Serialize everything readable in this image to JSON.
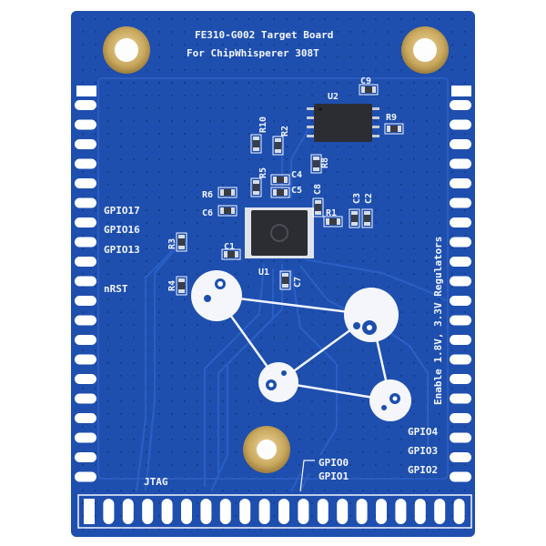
{
  "board": {
    "title_line1": "FE310-G002 Target Board",
    "title_line2": "For ChipWhisperer 308T",
    "side_text": "Enable 1.8V, 3.3V Regulators",
    "colors": {
      "pcb": "#1e4fae",
      "pcb_dark": "#173f92",
      "trace": "#2a5cc0",
      "silkscreen": "#f2f5ff",
      "gold": "#c9a85e",
      "chip": "#2b2d33"
    }
  },
  "labels": {
    "gpio17": "GPIO17",
    "gpio16": "GPIO16",
    "gpio13": "GPIO13",
    "nrst": "nRST",
    "jtag": "JTAG",
    "gpio0": "GPIO0",
    "gpio1": "GPIO1",
    "gpio4": "GPIO4",
    "gpio3": "GPIO3",
    "gpio2": "GPIO2"
  },
  "refdes": {
    "u1": "U1",
    "u2": "U2",
    "c1": "C1",
    "c2": "C2",
    "c3": "C3",
    "c4": "C4",
    "c5": "C5",
    "c6": "C6",
    "c7": "C7",
    "c8": "C8",
    "c9": "C9",
    "r1": "R1",
    "r2": "R2",
    "r3": "R3",
    "r4": "R4",
    "r5": "R5",
    "r6": "R6",
    "r8": "R8",
    "r9": "R9",
    "r10": "R10"
  }
}
